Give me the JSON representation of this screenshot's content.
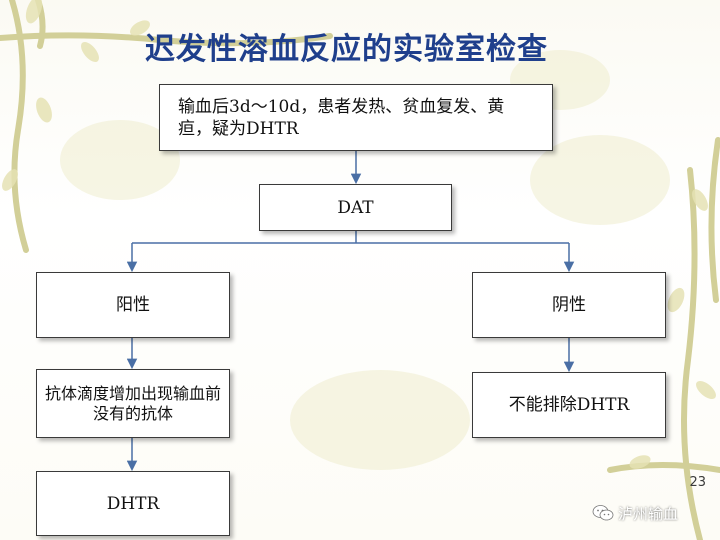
{
  "slide": {
    "title": "迟发性溶血反应的实验室检查",
    "page_number": "23",
    "watermark": "泸州输血"
  },
  "flowchart": {
    "nodes": {
      "start": "输血后3d～10d，患者发热、贫血复发、黄疸，疑为DHTR",
      "dat": "DAT",
      "positive": "阳性",
      "negative": "阴性",
      "antibody": "抗体滴度增加出现输血前没有的抗体",
      "cannot_exclude": "不能排除DHTR",
      "dhtr": "DHTR"
    }
  },
  "colors": {
    "title": "#1f3f8c",
    "connector": "#4a6fa5",
    "box_border": "#3a3a3a",
    "vine": "#c9c58a"
  },
  "icons": {
    "watermark": "wechat-icon"
  }
}
